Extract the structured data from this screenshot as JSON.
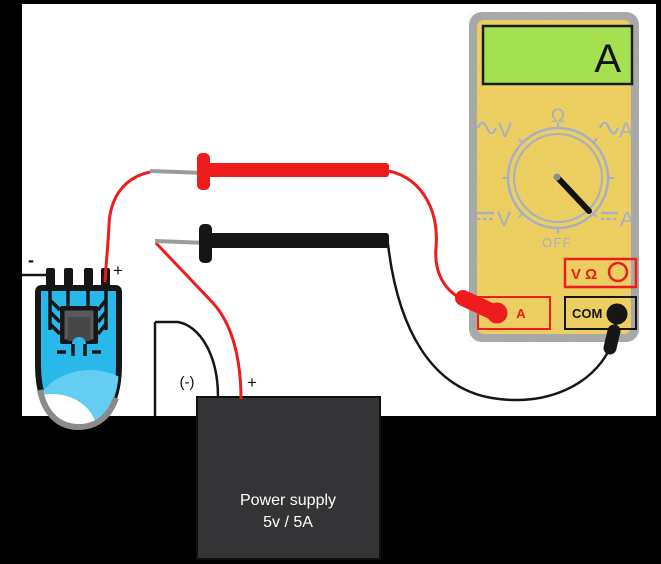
{
  "frame": {
    "color": "#000000",
    "background": "#ffffff"
  },
  "sensor": {
    "negative_label": "-",
    "positive_label": "+",
    "body_color": "#29b8ea",
    "highlight_color": "#63cdf2",
    "shine_color": "#ffffff",
    "chip_color": "#59595c",
    "chip_inner_color": "#47474a"
  },
  "power_supply": {
    "name": "Power supply",
    "rating": "5v / 5A",
    "negative_label": "(-)",
    "positive_label": "+",
    "body_color": "#343437",
    "text_color": "#ffffff"
  },
  "multimeter": {
    "display_value": "A",
    "display_color": "#a5e050",
    "body_color": "#f0d05a",
    "frame_color": "#a7a7a7",
    "dial_color": "#a4afca",
    "pointer_color": "#111111",
    "accent_red": "#ee1c1c",
    "dial_labels": {
      "top": "Ω",
      "ac_volts": "V",
      "ac_amps": "A",
      "dc_volts": "V",
      "dc_amps": "A",
      "off": "OFF"
    },
    "ports": {
      "volt_ohm": "V Ω",
      "amp": "A",
      "com": "COM"
    }
  },
  "wires": {
    "red": "#ee1c1c",
    "black": "#161616",
    "probe_tip_color": "#9b9b9b"
  }
}
